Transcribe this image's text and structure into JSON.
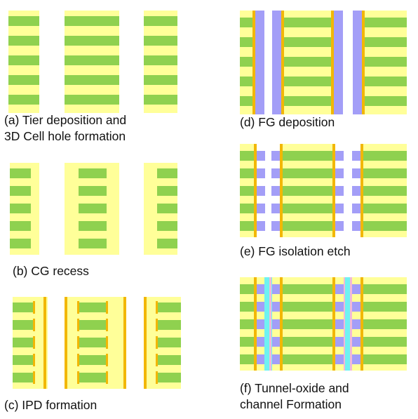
{
  "colors": {
    "tier": "#ffff99",
    "control_gate": "#8fd14f",
    "ipd": "#f2b705",
    "floating_gate": "#a39ef7",
    "tunnel_oxide": "#f2b9d6",
    "channel": "#6ff2f2",
    "caption_text": "#111111",
    "background": "#ffffff"
  },
  "panels": [
    {
      "id": "a",
      "caption_lines": [
        "(a) Tier deposition and",
        "3D Cell hole formation"
      ]
    },
    {
      "id": "b",
      "caption_lines": [
        "(b) CG recess"
      ]
    },
    {
      "id": "c",
      "caption_lines": [
        "(c) IPD formation"
      ]
    },
    {
      "id": "d",
      "caption_lines": [
        "(d) FG deposition"
      ]
    },
    {
      "id": "e",
      "caption_lines": [
        "(e) FG isolation etch"
      ]
    },
    {
      "id": "f",
      "caption_lines": [
        "(f) Tunnel-oxide and",
        "channel Formation"
      ]
    }
  ]
}
